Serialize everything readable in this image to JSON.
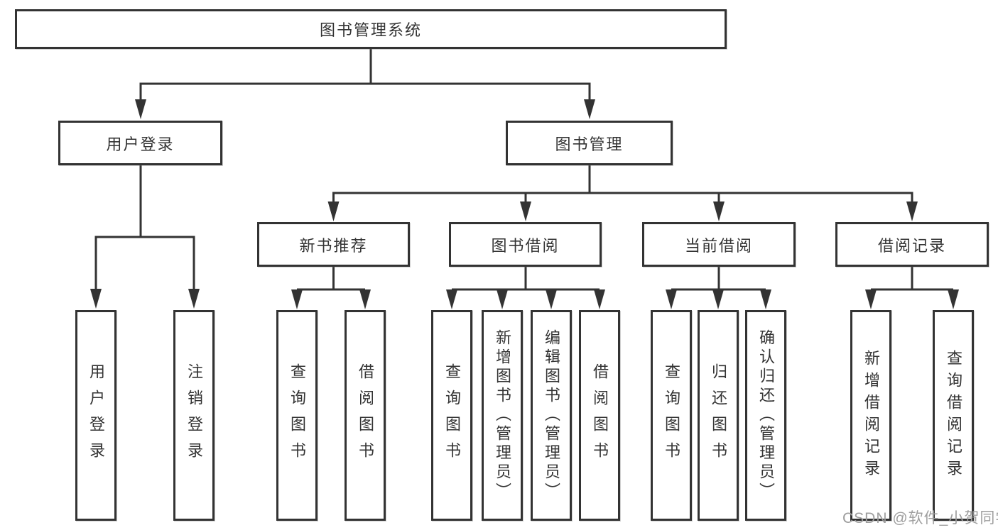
{
  "diagram": {
    "tree": {
      "root": "图书管理系统",
      "children": [
        {
          "label": "用户登录",
          "children": [
            "用户登录",
            "注销登录"
          ]
        },
        {
          "label": "图书管理",
          "children": [
            {
              "label": "新书推荐",
              "children": [
                "查询图书",
                "借阅图书"
              ]
            },
            {
              "label": "图书借阅",
              "children": [
                "查询图书",
                "新增图书（管理员）",
                "编辑图书（管理员）",
                "借阅图书"
              ]
            },
            {
              "label": "当前借阅",
              "children": [
                "查询图书",
                "归还图书",
                "确认归还（管理员）"
              ]
            },
            {
              "label": "借阅记录",
              "children": [
                "新增借阅记录",
                "查询借阅记录"
              ]
            }
          ]
        }
      ]
    },
    "colors": {
      "line": "#333333",
      "text": "#333333",
      "background": "#ffffff",
      "watermark": "#9e9e9e"
    },
    "watermark": "CSDN @软件_小贺同学"
  }
}
